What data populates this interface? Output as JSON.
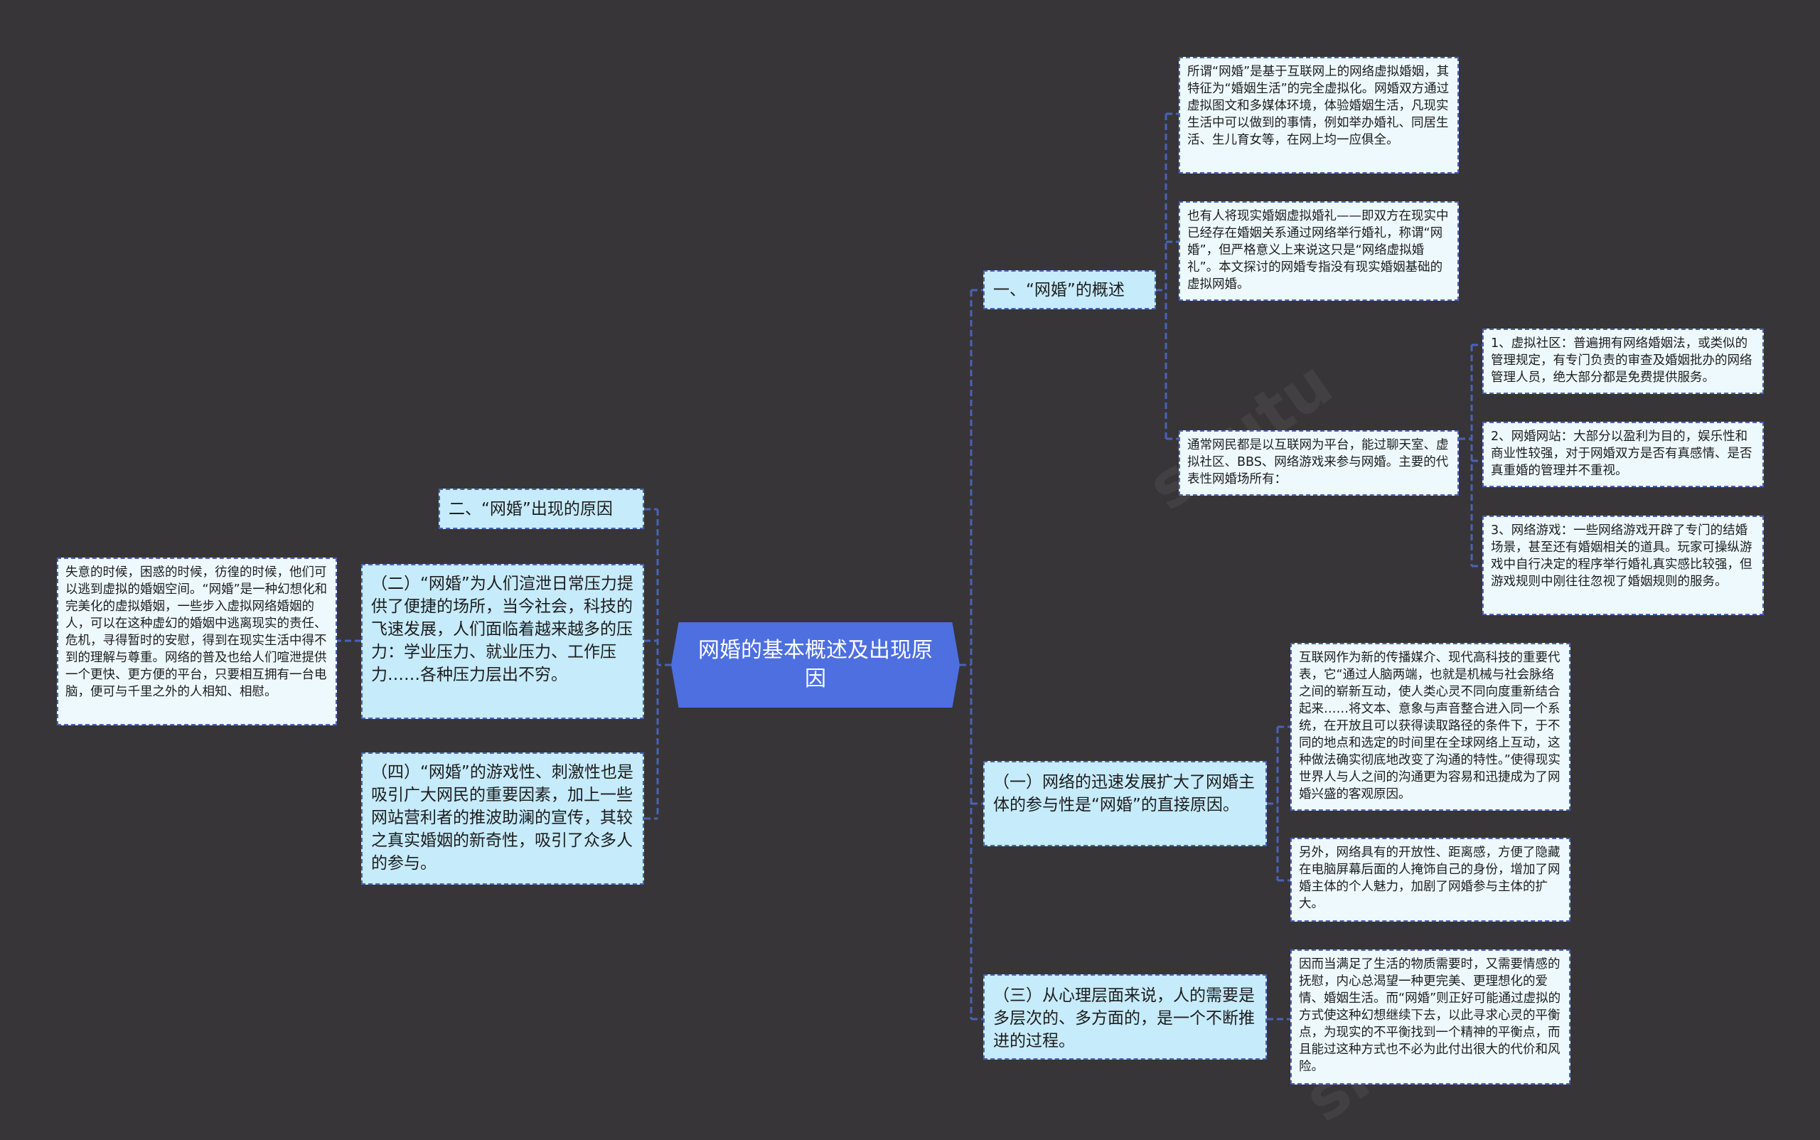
{
  "diagram": {
    "type": "mindmap",
    "background_color": "#373537",
    "accent_color": "#4d6fe0",
    "branch_fill": "#c6ebfb",
    "leaf_fill": "#eef9fd",
    "connector_color": "#4a62b8"
  },
  "root": {
    "label": "网婚的基本概述及出现原因"
  },
  "right": {
    "overview": {
      "label": "一、“网婚”的概述",
      "children": [
        "所谓“网婚”是基于互联网上的网络虚拟婚姻，其特征为“婚姻生活”的完全虚拟化。网婚双方通过虚拟图文和多媒体环境，体验婚姻生活，凡现实生活中可以做到的事情，例如举办婚礼、同居生活、生儿育女等，在网上均一应俱全。",
        "也有人将现实婚姻虚拟婚礼——即双方在现实中已经存在婚姻关系通过网络举行婚礼，称谓“网婚”，但严格意义上来说这只是“网络虚拟婚礼”。本文探讨的网婚专指没有现实婚姻基础的虚拟网婚。",
        "通常网民都是以互联网为平台，能过聊天室、虚拟社区、BBS、网络游戏来参与网婚。主要的代表性网婚场所有："
      ],
      "venues": [
        "1、虚拟社区：普遍拥有网络婚姻法，或类似的管理规定，有专门负责的审查及婚姻批办的网络管理人员，绝大部分都是免费提供服务。",
        "2、网婚网站：大部分以盈利为目的，娱乐性和商业性较强，对于网婚双方是否有真感情、是否真重婚的管理并不重视。",
        "3、网络游戏：一些网络游戏开辟了专门的结婚场景，甚至还有婚姻相关的道具。玩家可操纵游戏中自行决定的程序举行婚礼真实感比较强，但游戏规则中刚往往忽视了婚姻规则的服务。"
      ]
    },
    "reason1": {
      "label": "（一）网络的迅速发展扩大了网婚主体的参与性是“网婚”的直接原因。",
      "children": [
        "互联网作为新的传播媒介、现代高科技的重要代表，它“通过人脑两端，也就是机械与社会脉络之间的崭新互动，使人类心灵不同向度重新结合起来……将文本、意象与声音整合进入同一个系统，在开放且可以获得读取路径的条件下，于不同的地点和选定的时间里在全球网络上互动，这种做法确实彻底地改变了沟通的特性。”使得现实世界人与人之间的沟通更为容易和迅捷成为了网婚兴盛的客观原因。",
        "另外，网络具有的开放性、距离感，方便了隐藏在电脑屏幕后面的人掩饰自己的身份，增加了网婚主体的个人魅力，加剧了网婚参与主体的扩大。"
      ]
    },
    "reason3": {
      "label": "（三）从心理层面来说，人的需要是多层次的、多方面的，是一个不断推进的过程。",
      "children": [
        "因而当满足了生活的物质需要时，又需要情感的抚慰，内心总渴望一种更完美、更理想化的爱情、婚姻生活。而“网婚”则正好可能通过虚拟的方式使这种幻想继续下去，以此寻求心灵的平衡点，为现实的不平衡找到一个精神的平衡点，而且能过这种方式也不必为此付出很大的代价和风险。"
      ]
    }
  },
  "left": {
    "causes": {
      "label": "二、“网婚”出现的原因"
    },
    "reason2": {
      "label": "（二）“网婚”为人们渲泄日常压力提供了便捷的场所，当今社会，科技的飞速发展，人们面临着越来越多的压力：学业压力、就业压力、工作压力……各种压力层出不穷。",
      "children": [
        "失意的时候，困惑的时候，彷徨的时候，他们可以逃到虚拟的婚姻空间。“网婚”是一种幻想化和完美化的虚拟婚姻，一些步入虚拟网络婚姻的人，可以在这种虚幻的婚姻中逃离现实的责任、危机，寻得暂时的安慰，得到在现实生活中得不到的理解与尊重。网络的普及也给人们喧泄提供一个更快、更方便的平台，只要相互拥有一台电脑，便可与千里之外的人相知、相慰。"
      ]
    },
    "reason4": {
      "label": "（四）“网婚”的游戏性、刺激性也是吸引广大网民的重要因素，加上一些网站营利者的推波助澜的宣传，其较之真实婚姻的新奇性，吸引了众多人的参与。"
    }
  }
}
